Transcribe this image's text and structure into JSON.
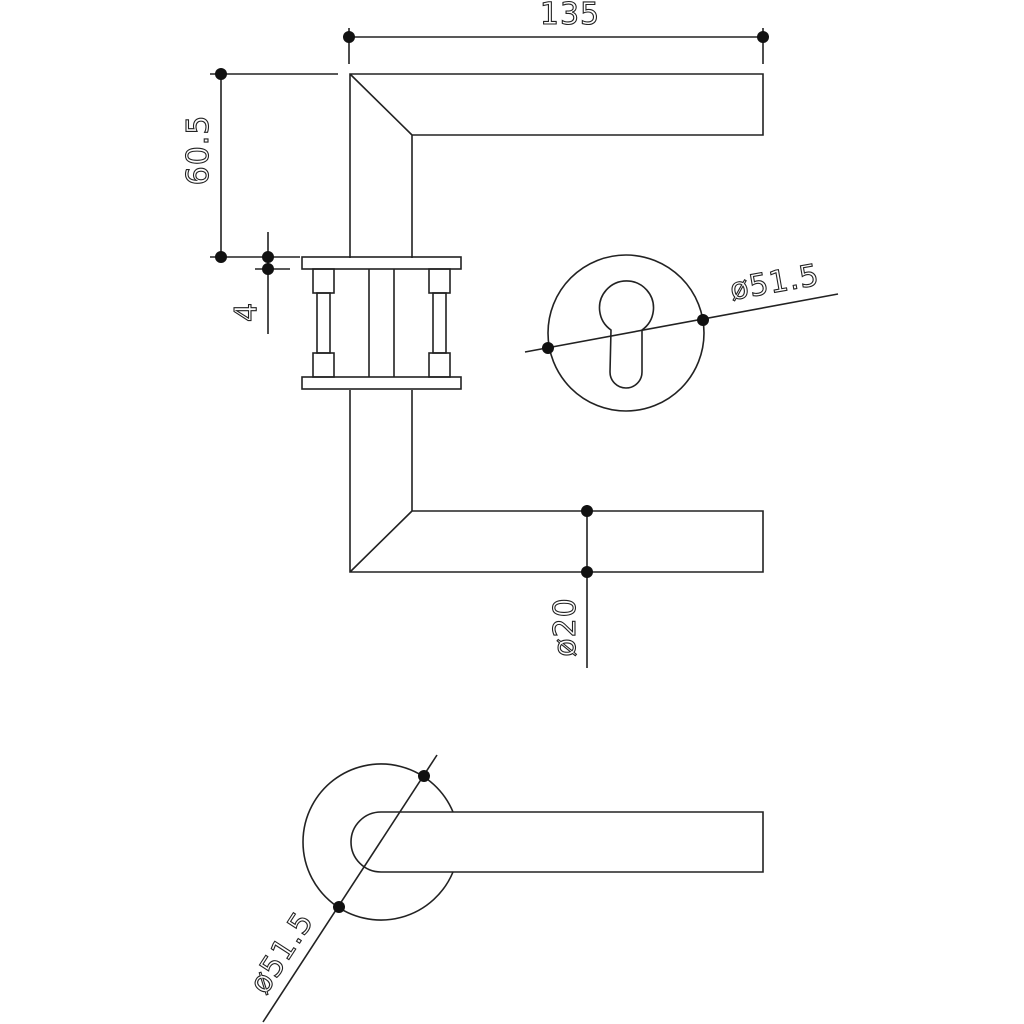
{
  "title": "Door lever handle on rosette - technical drawing",
  "dimensions": {
    "length": "135",
    "height": "60.5",
    "rosette_thickness": "4",
    "rosette_diameter_front": "ø51.5",
    "lever_diameter": "ø20",
    "rosette_diameter_top": "ø51.5"
  },
  "colors": {
    "line": "#222222",
    "background": "#ffffff"
  }
}
